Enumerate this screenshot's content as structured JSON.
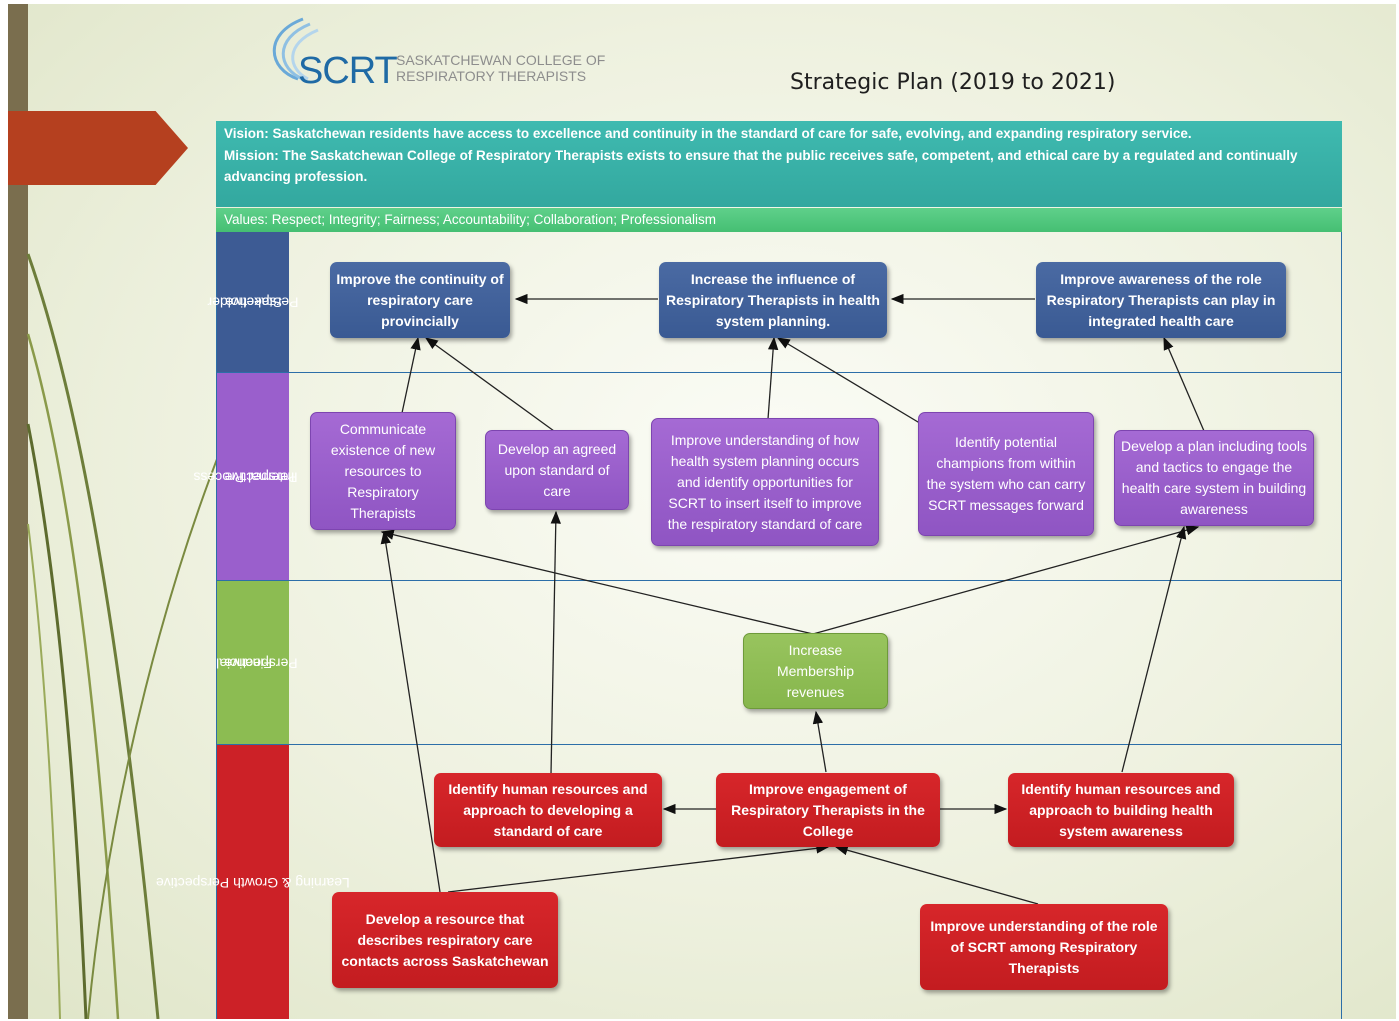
{
  "logo": {
    "mark": "SCRT",
    "subtitle_line1": "SASKATCHEWAN COLLEGE OF",
    "subtitle_line2": "RESPIRATORY THERAPISTS"
  },
  "title": "Strategic Plan (2019 to 2021)",
  "vision": "Vision: Saskatchewan residents have access to excellence and continuity in the standard of care for safe, evolving, and expanding respiratory service.",
  "mission": "Mission: The Saskatchewan College of Respiratory Therapists exists to ensure that the public receives safe, competent, and ethical care by a regulated and continually advancing profession.",
  "values": "Values: Respect; Integrity; Fairness; Accountability; Collaboration; Professionalism",
  "colors": {
    "stakeholder": "#3d5b94",
    "internal": "#9a5fcc",
    "financial": "#8cbc52",
    "learning": "#cc2127",
    "vision": "#36aca3",
    "values": "#4ec47c"
  },
  "lanes": [
    {
      "id": "stakeholder",
      "label_line1": "Stakeholder",
      "label_line2": "Perspective"
    },
    {
      "id": "internal",
      "label_line1": "Internal Process",
      "label_line2": "Perspective"
    },
    {
      "id": "financial",
      "label_line1": "Financial",
      "label_line2": "Perspective"
    },
    {
      "id": "learning",
      "label_line1": "Learning & Growth Perspective",
      "label_line2": ""
    }
  ],
  "nodes": {
    "s1": "Improve the continuity of respiratory care provincially",
    "s2": "Increase the influence of Respiratory Therapists in health system planning.",
    "s3": "Improve awareness of the role Respiratory Therapists can play in integrated health care",
    "i1": "Communicate existence of new resources to Respiratory Therapists",
    "i2": "Develop an agreed upon standard of care",
    "i3": "Improve understanding of how health system planning occurs and identify opportunities for SCRT to insert itself to improve the respiratory standard of care",
    "i4": "Identify potential champions from within the system who can carry SCRT messages forward",
    "i5": "Develop a plan including tools and tactics to engage the health care system in building awareness",
    "f1": "Increase Membership revenues",
    "l1": "Identify human resources and approach to developing a standard of care",
    "l2": "Improve engagement of Respiratory Therapists in the College",
    "l3": "Identify human resources and approach to building health system awareness",
    "l4": "Develop a resource that describes respiratory care contacts across Saskatchewan",
    "l5": "Improve understanding of the role of SCRT among Respiratory Therapists"
  }
}
